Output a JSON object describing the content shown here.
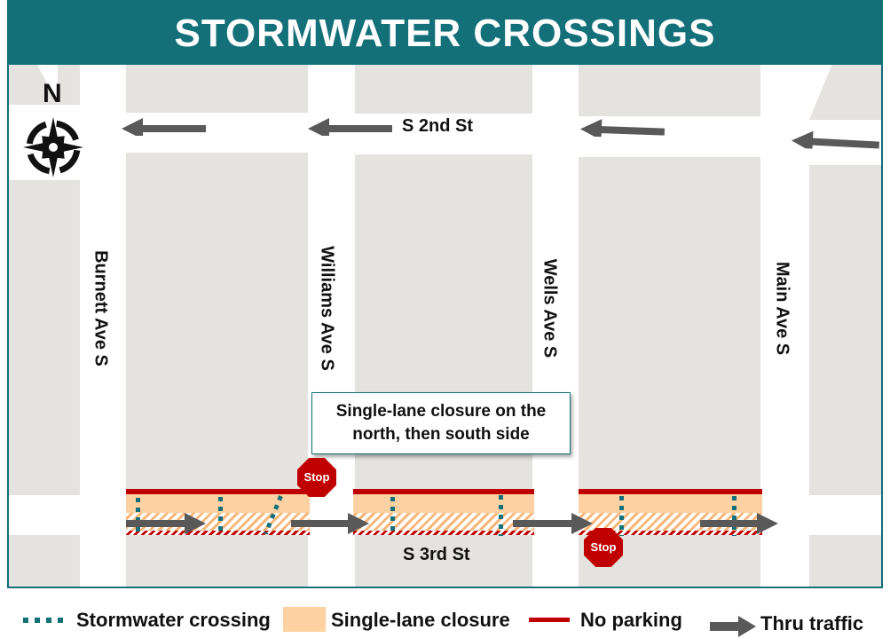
{
  "title": "STORMWATER CROSSINGS",
  "compass": {
    "label": "N"
  },
  "streets": {
    "s2nd": "S 2nd St",
    "s3rd": "S 3rd St",
    "burnett": "Burnett Ave S",
    "williams": "Williams Ave S",
    "wells": "Wells Ave S",
    "main": "Main Ave S"
  },
  "callout": {
    "line1": "Single-lane closure on the",
    "line2": "north, then south side"
  },
  "stop_sign": "Stop",
  "legend": {
    "stormwater": "Stormwater crossing",
    "closure": "Single-lane closure",
    "no_parking": "No parking",
    "thru": "Thru traffic"
  },
  "colors": {
    "teal": "#137079",
    "red": "#c00000",
    "orange": "#fdd1a2",
    "arrow": "#595959",
    "block": "#e4e3e0"
  }
}
